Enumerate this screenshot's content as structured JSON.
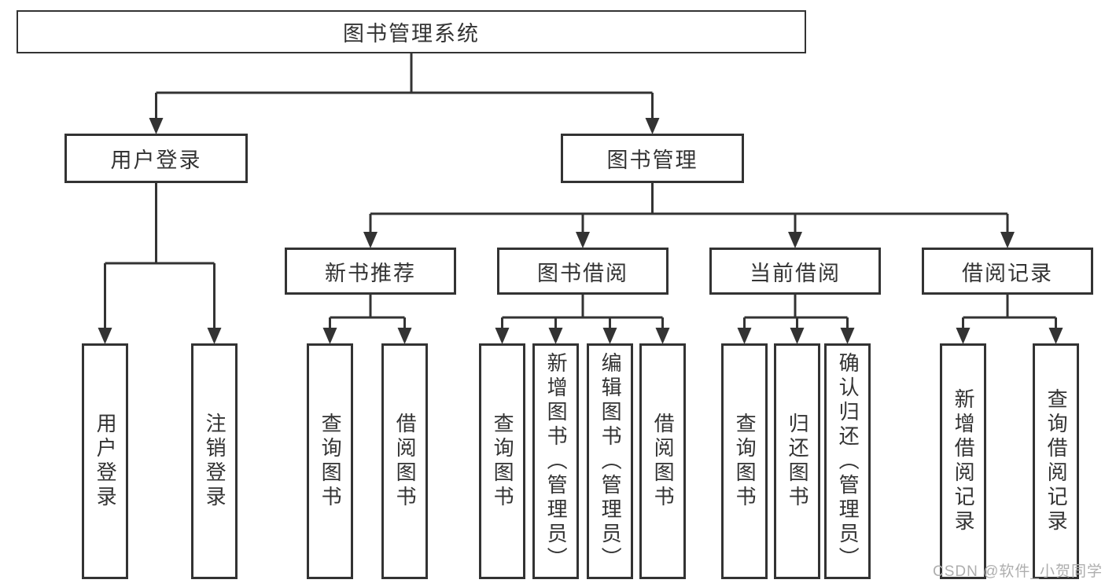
{
  "diagram": {
    "root": "图书管理系统",
    "level1": {
      "user_login": "用户登录",
      "book_mgmt": "图书管理"
    },
    "level2": {
      "new_books": "新书推荐",
      "book_borrow": "图书借阅",
      "current_borrow": "当前借阅",
      "borrow_records": "借阅记录"
    },
    "leaves": {
      "user_login": [
        "用户登录",
        "注销登录"
      ],
      "new_books": [
        "查询图书",
        "借阅图书"
      ],
      "book_borrow": [
        "查询图书",
        "新增图书（管理员）",
        "编辑图书（管理员）",
        "借阅图书"
      ],
      "current_borrow": [
        "查询图书",
        "归还图书",
        "确认归还（管理员）"
      ],
      "borrow_records": [
        "新增借阅记录",
        "查询借阅记录"
      ]
    },
    "colors": {
      "line": "#333333",
      "box_border": "#333333",
      "text": "#333333",
      "background": "#ffffff",
      "watermark": "#aeaeae"
    }
  },
  "watermark": "CSDN @软件_小贺同学"
}
